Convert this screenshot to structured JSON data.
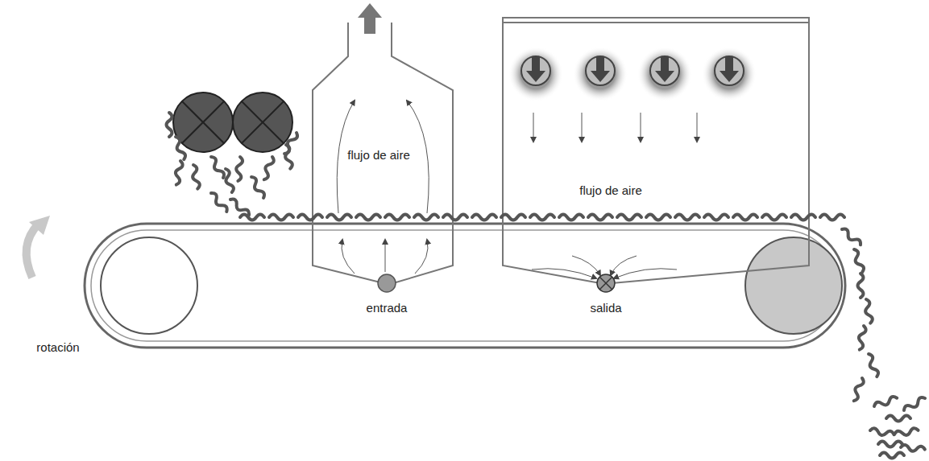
{
  "diagram": {
    "labels": [
      "flujo de aire",
      "flujo de aire",
      "entrada",
      "salida",
      "rotación"
    ]
  }
}
